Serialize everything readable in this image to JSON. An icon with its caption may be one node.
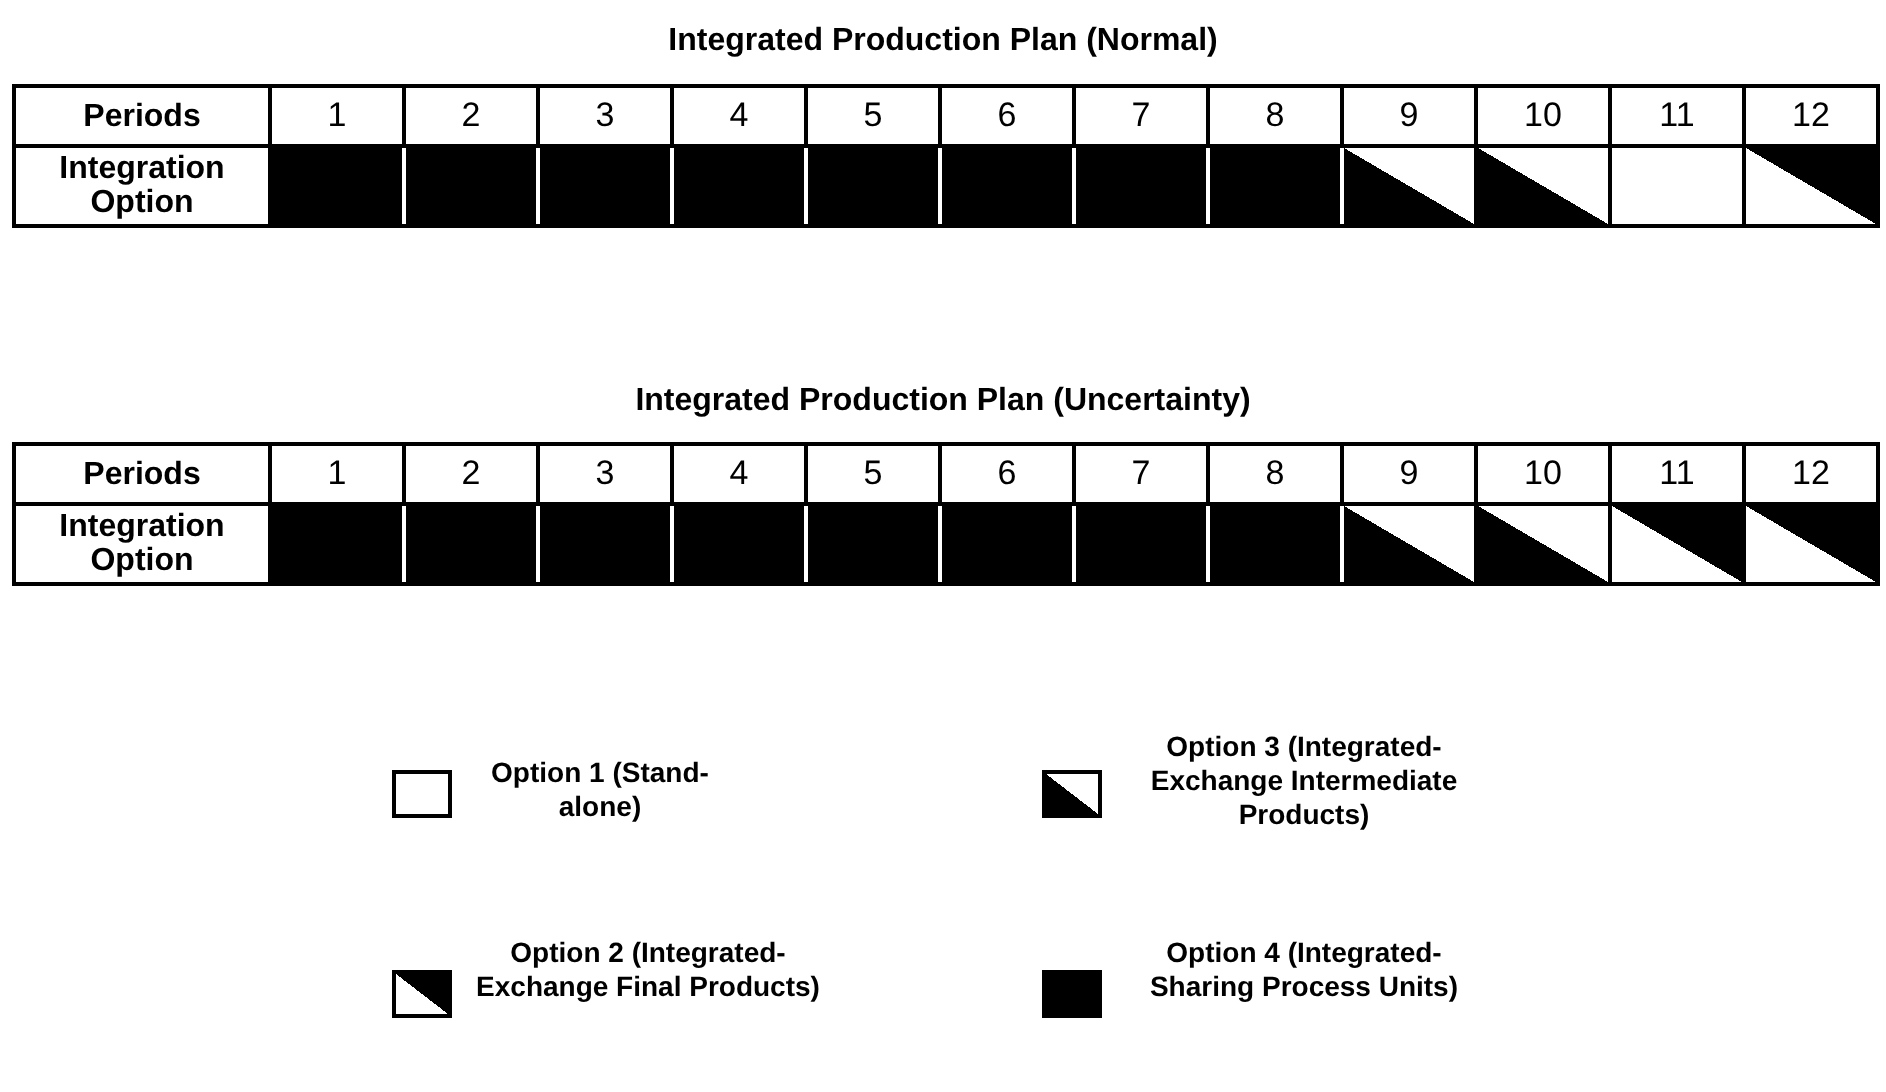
{
  "diagram": {
    "labels": [
      "Integrated Production Plan (Normal)",
      "Periods",
      "1",
      "2",
      "3",
      "4",
      "5",
      "6",
      "7",
      "8",
      "9",
      "10",
      "11",
      "12",
      "Integration Option",
      "Integrated Production Plan (Uncertainty)",
      "Periods",
      "1",
      "2",
      "3",
      "4",
      "5",
      "6",
      "7",
      "8",
      "9",
      "10",
      "11",
      "12",
      "Integration Option"
    ],
    "legend": [
      {
        "text": "Option 1 (Stand-alone)",
        "color": "#ffffff"
      },
      {
        "text": "Option 3 (Integrated-Exchange Intermediate Products)"
      },
      {
        "text": "Option 2 (Integrated-Exchange Final Products)"
      },
      {
        "text": "Option 4 (Integrated-Sharing Process Units)",
        "color": "#000000"
      }
    ]
  }
}
